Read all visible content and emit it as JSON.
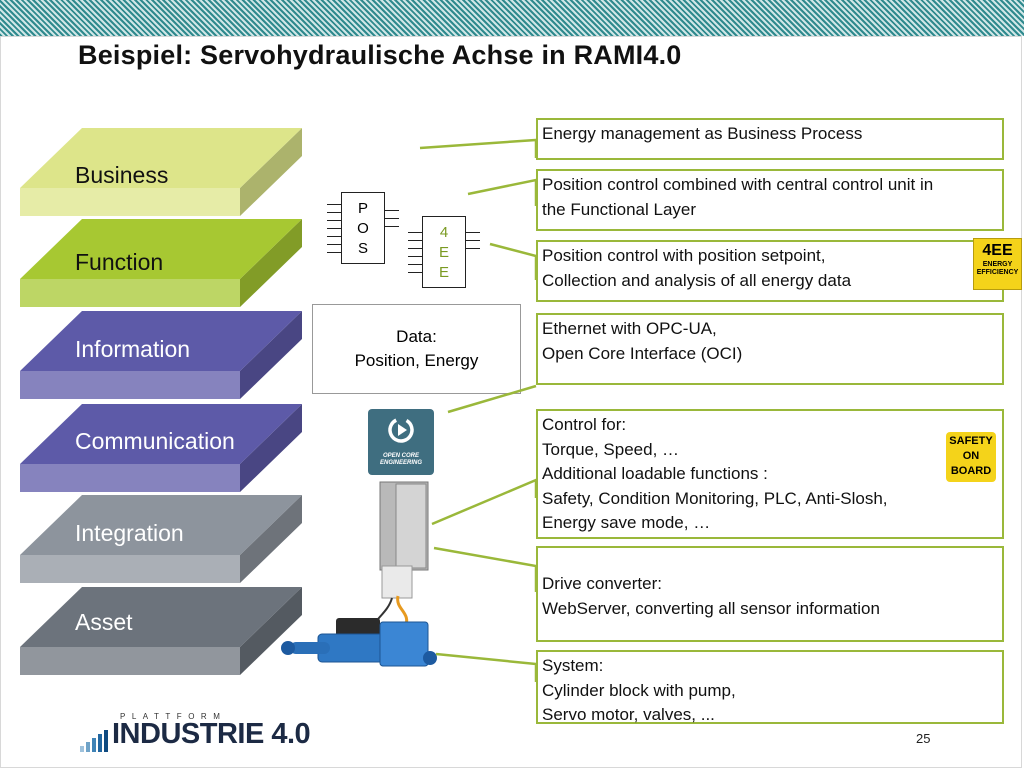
{
  "title": "Beispiel: Servohydraulische Achse in RAMI4.0",
  "layers": [
    {
      "label": "Business",
      "color": "#dde58a",
      "text_color": "#111111"
    },
    {
      "label": "Function",
      "color": "#a7c832",
      "text_color": "#111111"
    },
    {
      "label": "Information",
      "color": "#5d5aa8",
      "text_color": "#ffffff"
    },
    {
      "label": "Communication",
      "color": "#5d5aa8",
      "text_color": "#ffffff"
    },
    {
      "label": "Integration",
      "color": "#8d949d",
      "text_color": "#ffffff"
    },
    {
      "label": "Asset",
      "color": "#6c737c",
      "text_color": "#ffffff"
    }
  ],
  "function_blocks": {
    "pos": [
      "P",
      "O",
      "S"
    ],
    "ee": [
      "4",
      "E",
      "E"
    ]
  },
  "data_box": {
    "line1": "Data:",
    "line2": "Position, Energy"
  },
  "boxes": [
    {
      "lines": [
        "Energy management as Business Process"
      ]
    },
    {
      "lines": [
        "Position control combined with central control unit in",
        "the Functional Layer"
      ]
    },
    {
      "lines": [
        "Position control with position setpoint,",
        "Collection and analysis of all energy data"
      ]
    },
    {
      "lines": [
        "Ethernet with OPC-UA,",
        "Open Core Interface (OCI)"
      ]
    },
    {
      "lines": [
        "Control for:",
        "Torque, Speed, …",
        "Additional loadable functions :",
        "Safety, Condition Monitoring, PLC, Anti-Slosh,",
        "Energy save mode, …"
      ]
    },
    {
      "lines": [
        "Drive converter:",
        "WebServer, converting all sensor information"
      ]
    },
    {
      "lines": [
        "System:",
        "Cylinder block with pump,",
        "Servo motor, valves, ..."
      ]
    }
  ],
  "badge_4ee": {
    "big": "4EE",
    "small1": "ENERGY",
    "small2": "EFFICIENCY"
  },
  "badge_safety": {
    "l1": "SAFETY",
    "l2": "ON",
    "l3": "BOARD"
  },
  "oce_logo": {
    "l1": "OPEN CORE",
    "l2": "ENGINEERING"
  },
  "footer_logo": {
    "small": "PLATTFORM",
    "big": "INDUSTRIE 4.0"
  },
  "page_number": "25",
  "accent_color": "#9ab83a"
}
